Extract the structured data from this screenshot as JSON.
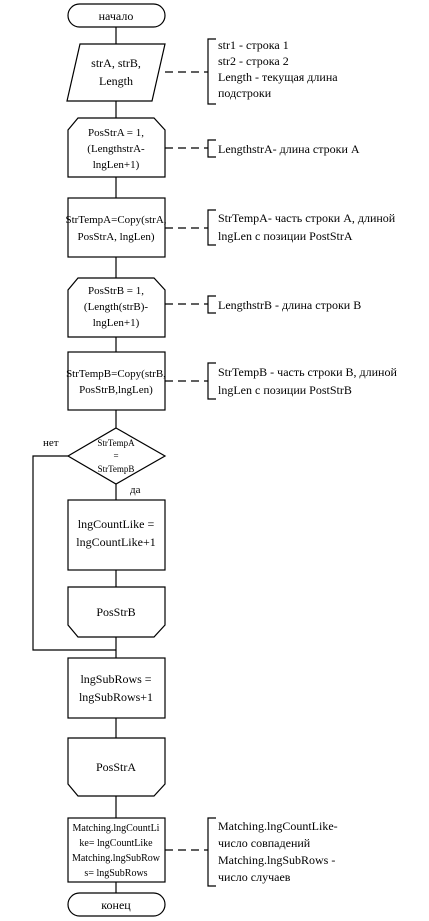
{
  "start": "начало",
  "end": "конец",
  "input": [
    "strA, strB,",
    "Length"
  ],
  "input_note": [
    "str1 - строка 1",
    "str2 - строка 2",
    "Length - текущая длина",
    "подстроки"
  ],
  "loopA": [
    "PosStrA = 1,",
    "(LengthstrA-",
    "lngLen+1)"
  ],
  "loopA_note": [
    "LengthstrA- длина строки A"
  ],
  "copyA": [
    "StrTempA=Copy(strA,",
    "PosStrA, lngLen)"
  ],
  "copyA_note": [
    "StrTempA- часть строки A, длиной",
    "lngLen с позиции PostStrA"
  ],
  "loopB": [
    "PosStrB = 1,",
    "(Length(strB)-",
    "lngLen+1)"
  ],
  "loopB_note": [
    "LengthstrB - длина строки B"
  ],
  "copyB": [
    "StrTempB=Copy(strB,",
    "PosStrB,lngLen)"
  ],
  "copyB_note": [
    "StrTempB - часть строки B, длиной",
    "lngLen с позиции PostStrB"
  ],
  "decision": [
    "StrTempA",
    "=",
    "StrTempB"
  ],
  "no_label": "нет",
  "yes_label": "да",
  "count_like": [
    "lngCountLike =",
    "lngCountLike+1"
  ],
  "loopB_end": "PosStrB",
  "sub_rows": [
    "lngSubRows =",
    "lngSubRows+1"
  ],
  "loopA_end": "PosStrA",
  "output": [
    "Matching.lngCountLi",
    "ke= lngCountLike",
    "Matching.lngSubRow",
    "s= lngSubRows"
  ],
  "output_note": [
    "Matching.lngCountLike-",
    "число совпадений",
    "Matching.lngSubRows -",
    "число случаев"
  ]
}
